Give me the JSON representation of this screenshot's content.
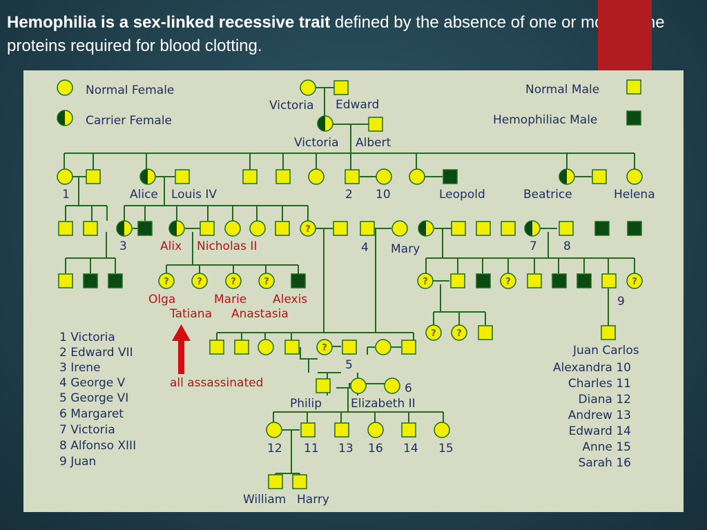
{
  "slide": {
    "title_bold": "Hemophilia is a sex-linked recessive trait",
    "title_rest": " defined by the absence of one or more of the proteins required for blood clotting."
  },
  "colors": {
    "normal": "#f2ee00",
    "affected": "#0c4a14",
    "line": "#1d6b1d",
    "label": "#1c2f5c",
    "red": "#b01616",
    "panel": "#d6dcc4"
  },
  "legend": {
    "normal_female": "Normal Female",
    "carrier_female": "Carrier Female",
    "normal_male": "Normal Male",
    "hemophiliac_male": "Hemophiliac Male"
  },
  "unknown_mark": "?",
  "names": {
    "victoria_top": "Victoria",
    "edward": "Edward",
    "victoria_mid": "Victoria",
    "albert": "Albert",
    "n1": "1",
    "alice": "Alice",
    "louis": "Louis IV",
    "n2": "2",
    "n10": "10",
    "leopold": "Leopold",
    "beatrice": "Beatrice",
    "helena": "Helena",
    "n3": "3",
    "alix": "Alix",
    "nicholas": "Nicholas II",
    "n4": "4",
    "mary": "Mary",
    "n7": "7",
    "n8": "8",
    "olga": "Olga",
    "marie": "Marie",
    "alexis": "Alexis",
    "tatiana": "Tatiana",
    "anastasia": "Anastasia",
    "n9": "9",
    "juan_carlos": "Juan Carlos",
    "n5": "5",
    "n6": "6",
    "philip": "Philip",
    "elizabeth": "Elizabeth II",
    "n12": "12",
    "n11": "11",
    "n13": "13",
    "n16": "16",
    "n14": "14",
    "n15": "15",
    "william": "William",
    "harry": "Harry",
    "assassinated": "all assassinated"
  },
  "key_left": [
    "1  Victoria",
    "2  Edward VII",
    "3  Irene",
    "4  George V",
    "5  George VI",
    "6  Margaret",
    "7  Victoria",
    "8  Alfonso XIII",
    "9  Juan"
  ],
  "key_right": [
    "Alexandra  10",
    "Charles  11",
    "Diana  12",
    "Andrew  13",
    "Edward  14",
    "Anne  15",
    "Sarah  16"
  ]
}
